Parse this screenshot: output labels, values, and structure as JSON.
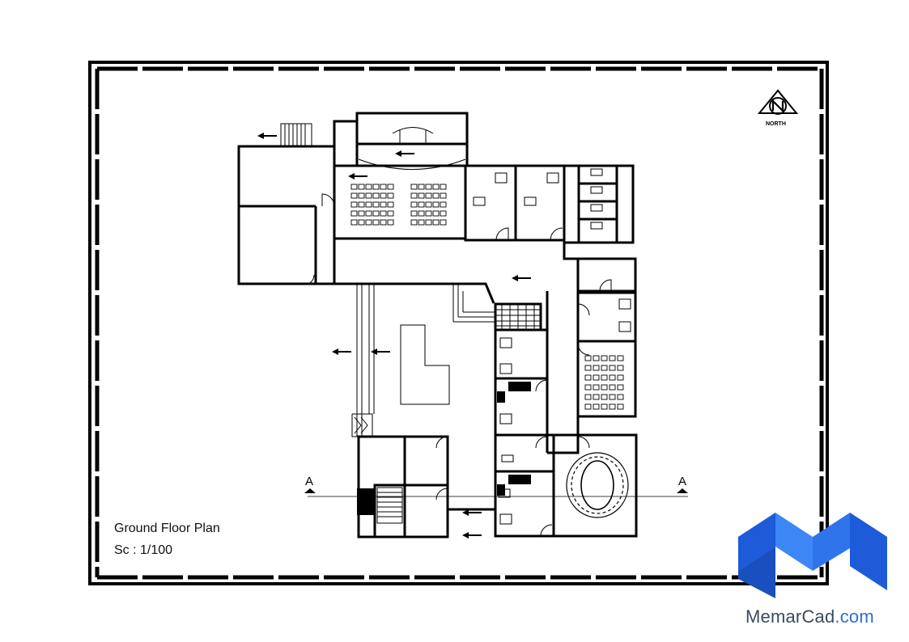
{
  "plan": {
    "title": "Ground Floor Plan",
    "scale": "Sc : 1/100",
    "section_marker": "A",
    "north_label": "NORTH"
  },
  "brand": {
    "name_main": "MemarCad",
    "name_suffix": ".com",
    "colors": {
      "logo_dark": "#1e5bd8",
      "logo_light": "#3d86f5",
      "text": "#3b4a5e"
    }
  },
  "colors": {
    "line": "#000000",
    "paper": "#ffffff"
  },
  "icons": [
    "north-arrow-icon",
    "memarcad-logo-icon",
    "level-marker-icon",
    "section-arrow-icon"
  ]
}
